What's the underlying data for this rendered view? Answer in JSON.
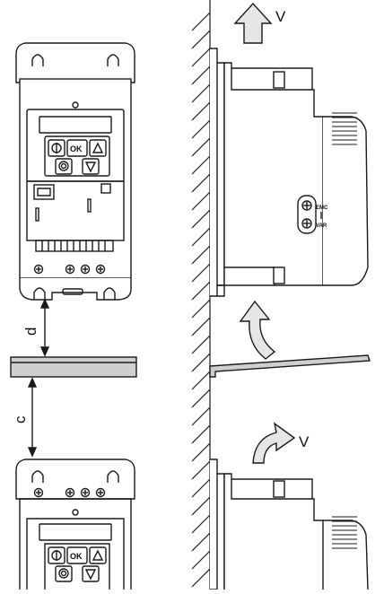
{
  "labels": {
    "v_top": "V",
    "v_bottom": "V",
    "d": "d",
    "c": "c",
    "ok_top": "OK",
    "ok_bottom": "OK",
    "emc": "EMC",
    "var": "VAR"
  },
  "colors": {
    "line": "#1a1a1a",
    "arrow_fill": "#e6e6e6",
    "rail_fill": "#cfcfcf",
    "panel_fill": "#ffffff"
  }
}
